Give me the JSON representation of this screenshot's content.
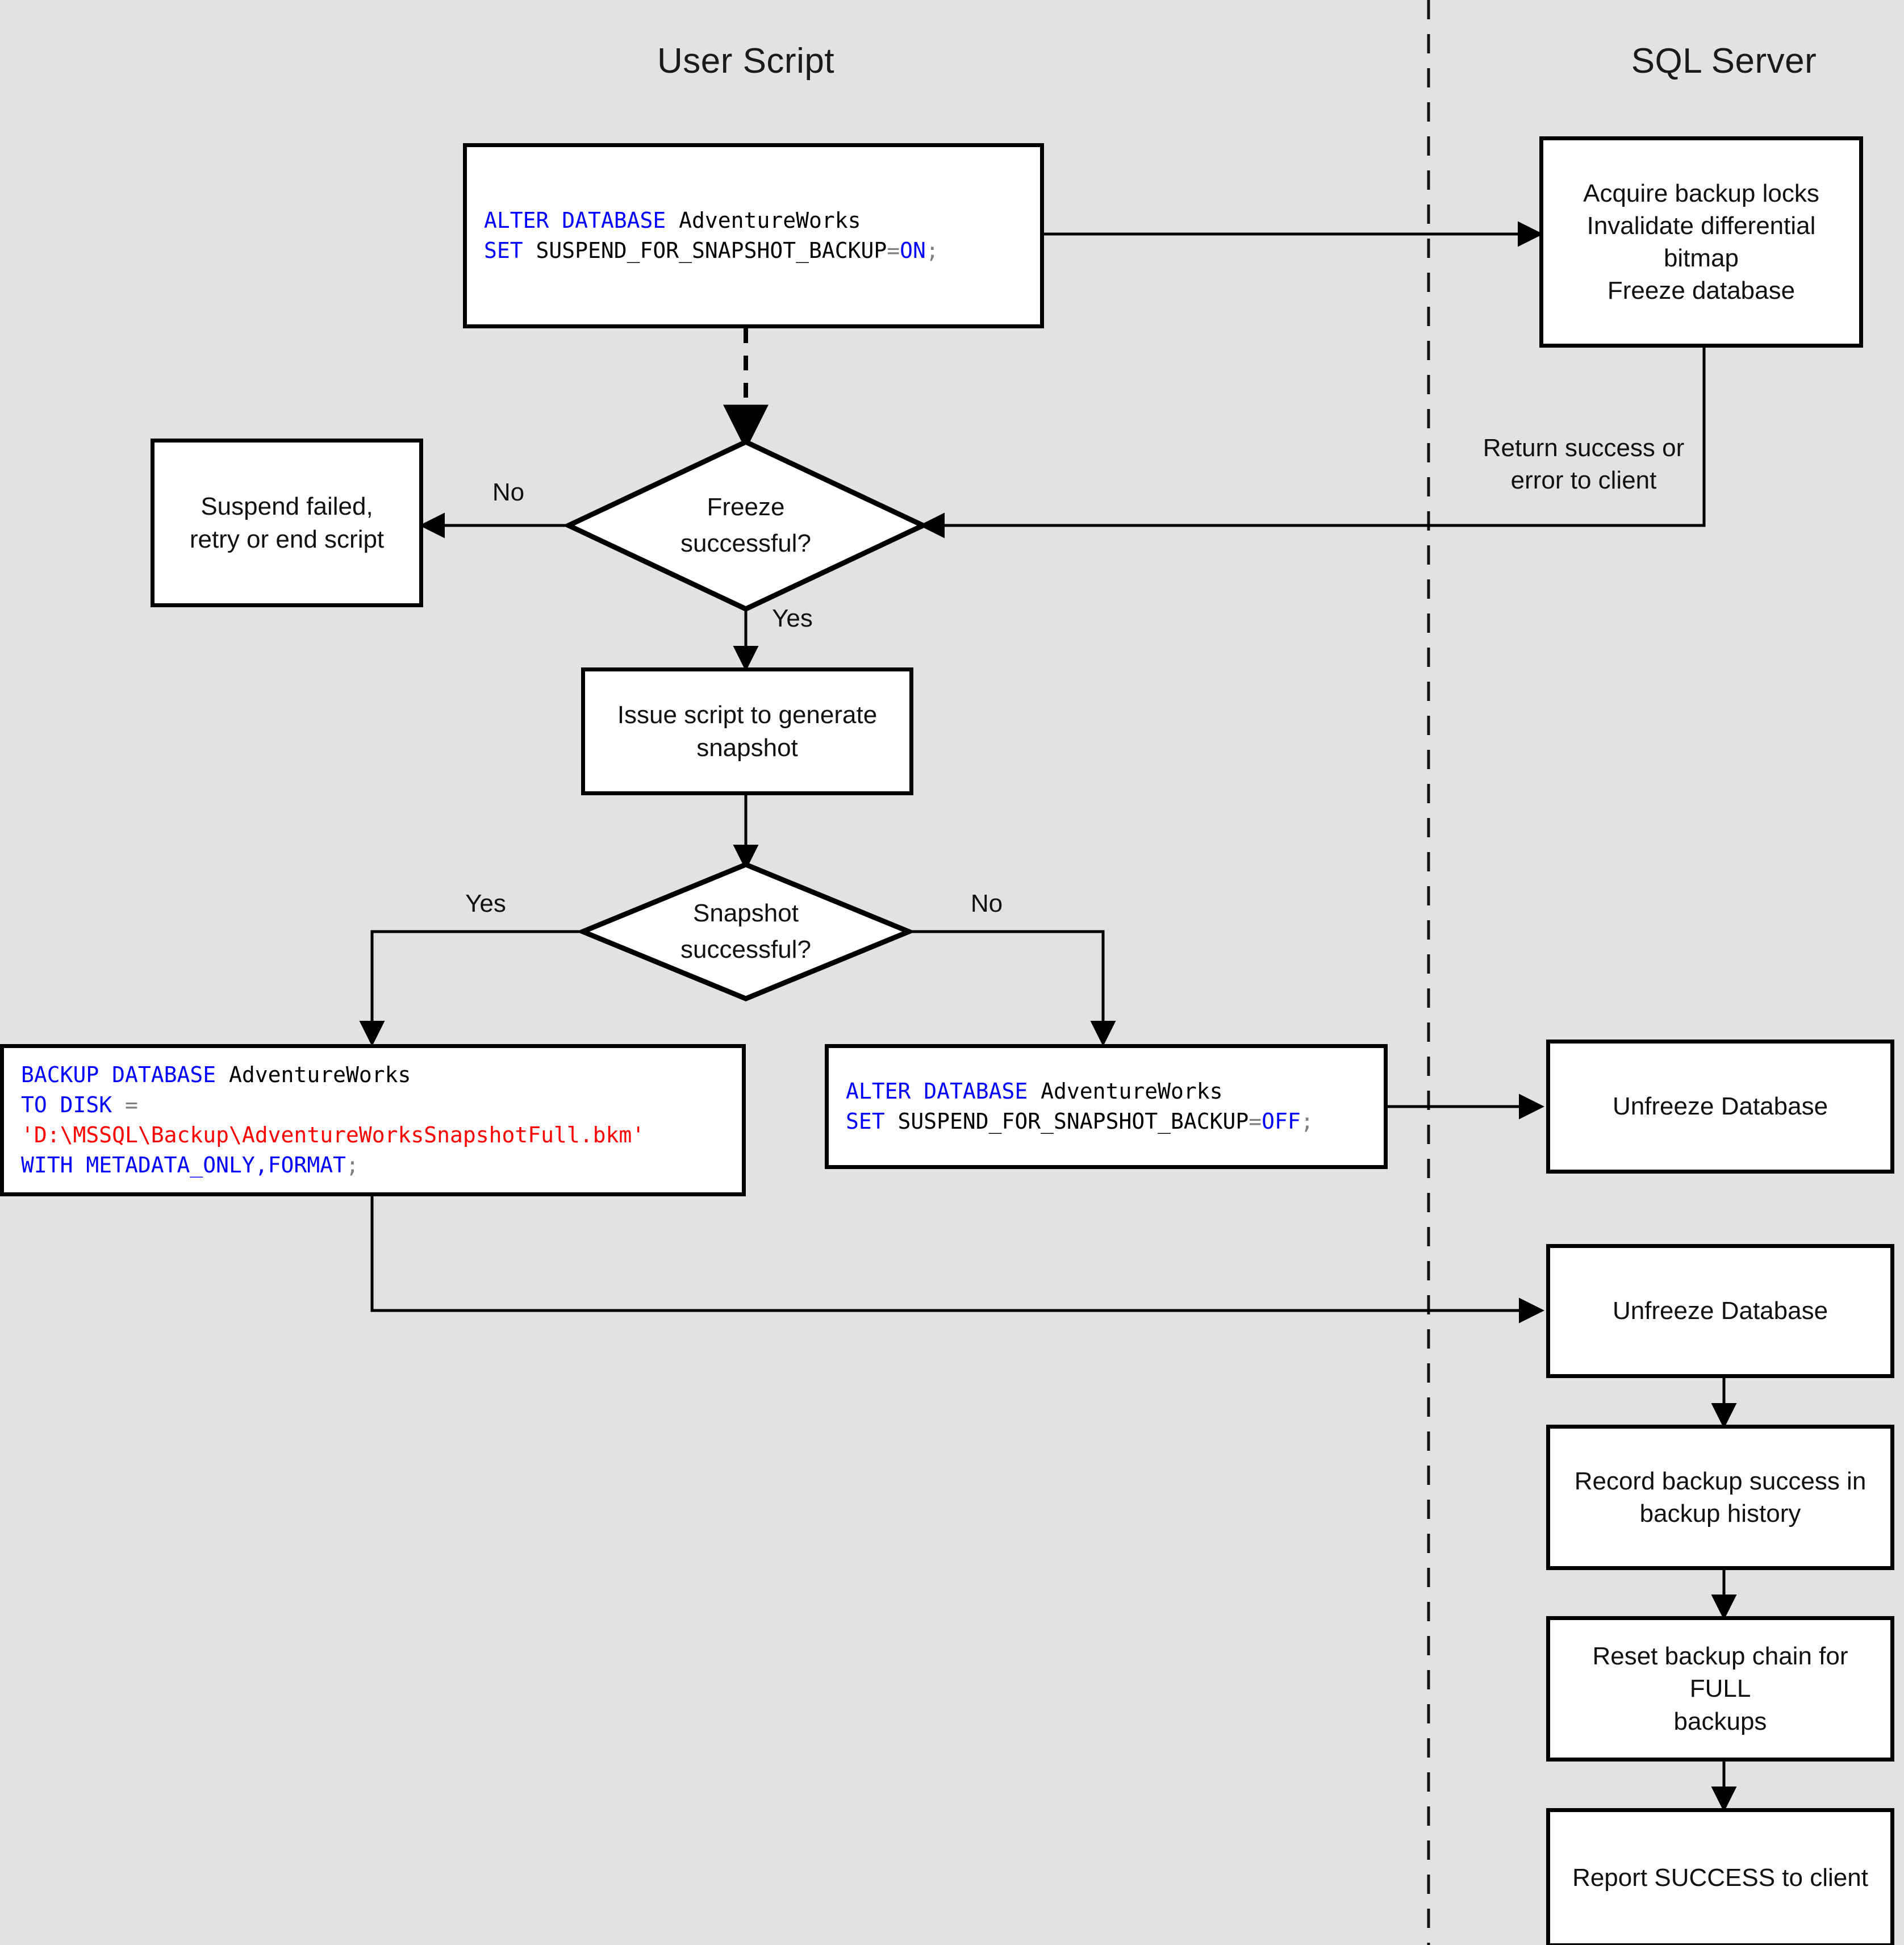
{
  "diagram": {
    "title_user_script": "User Script",
    "title_sql_server": "SQL Server",
    "background_color": "#e2e2e2",
    "node_fill": "#ffffff",
    "node_stroke": "#000000",
    "keyword_color": "#0000ff",
    "string_color": "#ff0000",
    "operator_color": "#808080"
  },
  "nodes": {
    "alter_on": {
      "type": "code",
      "lines": [
        [
          {
            "t": "ALTER DATABASE ",
            "c": "kw"
          },
          {
            "t": "AdventureWorks",
            "c": "plain"
          }
        ],
        [
          {
            "t": "SET ",
            "c": "kw"
          },
          {
            "t": "SUSPEND_FOR_SNAPSHOT_BACKUP",
            "c": "plain"
          },
          {
            "t": "=",
            "c": "op"
          },
          {
            "t": "ON",
            "c": "kw"
          },
          {
            "t": ";",
            "c": "semi"
          }
        ]
      ],
      "plain_text": "ALTER DATABASE AdventureWorks\nSET SUSPEND_FOR_SNAPSHOT_BACKUP=ON;"
    },
    "acquire_locks": {
      "type": "process",
      "label": "Acquire backup locks\nInvalidate differential\nbitmap\nFreeze database"
    },
    "freeze_decision": {
      "type": "decision",
      "label": "Freeze\nsuccessful?"
    },
    "suspend_failed": {
      "type": "process",
      "label": "Suspend failed,\nretry or end script"
    },
    "issue_script": {
      "type": "process",
      "label": "Issue script to generate\nsnapshot"
    },
    "snapshot_decision": {
      "type": "decision",
      "label": "Snapshot\nsuccessful?"
    },
    "backup_database": {
      "type": "code",
      "lines": [
        [
          {
            "t": "BACKUP DATABASE ",
            "c": "kw"
          },
          {
            "t": "AdventureWorks",
            "c": "plain"
          }
        ],
        [
          {
            "t": "TO DISK ",
            "c": "kw"
          },
          {
            "t": "=",
            "c": "op"
          }
        ],
        [
          {
            "t": "'D:\\MSSQL\\Backup\\AdventureWorksSnapshotFull.bkm'",
            "c": "str"
          }
        ],
        [
          {
            "t": "WITH METADATA_ONLY,FORMAT",
            "c": "kw"
          },
          {
            "t": ";",
            "c": "semi"
          }
        ]
      ],
      "plain_text": "BACKUP DATABASE AdventureWorks\nTO DISK =\n'D:\\MSSQL\\Backup\\AdventureWorksSnapshotFull.bkm'\nWITH METADATA_ONLY,FORMAT;"
    },
    "alter_off": {
      "type": "code",
      "lines": [
        [
          {
            "t": "ALTER DATABASE ",
            "c": "kw"
          },
          {
            "t": "AdventureWorks",
            "c": "plain"
          }
        ],
        [
          {
            "t": "SET ",
            "c": "kw"
          },
          {
            "t": "SUSPEND_FOR_SNAPSHOT_BACKUP",
            "c": "plain"
          },
          {
            "t": "=",
            "c": "op"
          },
          {
            "t": "OFF",
            "c": "kw"
          },
          {
            "t": ";",
            "c": "semi"
          }
        ]
      ],
      "plain_text": "ALTER DATABASE AdventureWorks\nSET SUSPEND_FOR_SNAPSHOT_BACKUP=OFF;"
    },
    "unfreeze_top": {
      "type": "process",
      "label": "Unfreeze Database"
    },
    "unfreeze_bottom": {
      "type": "process",
      "label": "Unfreeze Database"
    },
    "record_backup": {
      "type": "process",
      "label": "Record backup success in\nbackup history"
    },
    "reset_chain": {
      "type": "process",
      "label": "Reset backup chain for FULL\nbackups"
    },
    "report_success": {
      "type": "process",
      "label": "Report SUCCESS to client"
    }
  },
  "edge_labels": {
    "freeze_no": "No",
    "freeze_yes": "Yes",
    "snapshot_yes": "Yes",
    "snapshot_no": "No",
    "return_to_client": "Return success or\nerror to client"
  }
}
